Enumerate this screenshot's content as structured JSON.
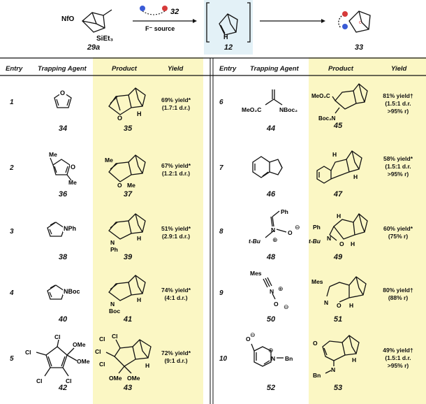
{
  "scheme": {
    "reagent_label": "32",
    "conditions": "F⁻ source",
    "starting_material": "29a",
    "intermediate": "12",
    "product": "33",
    "sm_substituents": [
      "NfO",
      "SiEt₃"
    ],
    "intermediate_h": "H",
    "product_marker": "c"
  },
  "headers": {
    "entry": "Entry",
    "trapping_agent": "Trapping Agent",
    "product": "Product",
    "yield": "Yield"
  },
  "rows": [
    {
      "entry": "1",
      "agent_num": "34",
      "product_num": "35",
      "yield_lines": [
        "69% yield*",
        "(1.7:1 d.r.)"
      ]
    },
    {
      "entry": "2",
      "agent_num": "36",
      "product_num": "37",
      "yield_lines": [
        "67% yield*",
        "(1.2:1 d.r.)"
      ]
    },
    {
      "entry": "3",
      "agent_num": "38",
      "product_num": "39",
      "yield_lines": [
        "51% yield*",
        "(2.9:1 d.r.)"
      ]
    },
    {
      "entry": "4",
      "agent_num": "40",
      "product_num": "41",
      "yield_lines": [
        "74% yield*",
        "(4:1 d.r.)"
      ]
    },
    {
      "entry": "5",
      "agent_num": "42",
      "product_num": "43",
      "yield_lines": [
        "72% yield*",
        "(9:1 d.r.)"
      ]
    },
    {
      "entry": "6",
      "agent_num": "44",
      "product_num": "45",
      "yield_lines": [
        "81% yield†",
        "(1.5:1 d.r.",
        ">95% r)"
      ]
    },
    {
      "entry": "7",
      "agent_num": "46",
      "product_num": "47",
      "yield_lines": [
        "58% yield*",
        "(1.5:1 d.r.",
        ">95% r)"
      ]
    },
    {
      "entry": "8",
      "agent_num": "48",
      "product_num": "49",
      "yield_lines": [
        "60% yield*",
        "(75% r)"
      ]
    },
    {
      "entry": "9",
      "agent_num": "50",
      "product_num": "51",
      "yield_lines": [
        "80% yield†",
        "(88% r)"
      ]
    },
    {
      "entry": "10",
      "agent_num": "52",
      "product_num": "53",
      "yield_lines": [
        "49% yield†",
        "(1.5:1 d.r.",
        ">95% r)"
      ]
    }
  ],
  "atom_labels": {
    "e1_agent": "O",
    "e1_prod": "O",
    "e1_h": "H",
    "e2_me": "Me",
    "e2_prod_me1": "Me",
    "e2_prod_o": "O",
    "e2_prod_me2": "Me",
    "e3_agent": "NPh",
    "e3_n": "N",
    "e3_ph": "Ph",
    "e3_h": "H",
    "e4_agent": "NBoc",
    "e4_n": "N",
    "e4_boc": "Boc",
    "e4_h": "H",
    "e5_cl": "Cl",
    "e5_ome": "OMe",
    "e5_prod_h": "H",
    "e6_meo2c": "MeO₂C",
    "e6_nboc2": "NBoc₂",
    "e6_prod_meo2c": "MeO₂C",
    "e6_prod_boc2n": "Boc₂N",
    "e7_h": "H",
    "e8_ph": "Ph",
    "e8_tbu": "t-Bu",
    "e8_n": "N",
    "e8_o": "O",
    "e8_plus": "⊕",
    "e8_minus": "⊖",
    "e8_prod_n": "N",
    "e8_prod_o": "O",
    "e8_prod_h": "H",
    "e9_mes": "Mes",
    "e9_n": "N",
    "e9_o": "O",
    "e9_prod_n": "N",
    "e9_prod_o": "O",
    "e9_prod_h": "H",
    "e10_o": "O",
    "e10_n": "N",
    "e10_bn": "Bn",
    "e10_prod_o": "O",
    "e10_prod_n": "N",
    "e10_prod_bn": "Bn",
    "e10_prod_h": "H"
  }
}
